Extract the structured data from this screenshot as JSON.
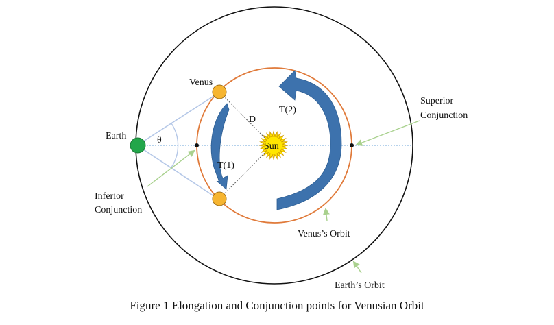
{
  "labels": {
    "earth": "Earth",
    "venus": "Venus",
    "theta": "θ",
    "distance": "D",
    "sun": "Sun",
    "t1": "T(1)",
    "t2": "T(2)",
    "superior_line1": "Superior",
    "superior_line2": "Conjunction",
    "inferior_line1": "Inferior",
    "inferior_line2": "Conjunction",
    "venus_orbit": "Venus’s Orbit",
    "earth_orbit": "Earth’s Orbit"
  },
  "caption": "Figure 1 Elongation and Conjunction points for Venusian Orbit",
  "colors": {
    "earth_orbit": "#111111",
    "venus_orbit": "#e07a3a",
    "earth": "#22a64a",
    "venus": "#f6b531",
    "sun": "#ffe600",
    "arrow_blue": "#3d72ad",
    "pointer_green": "#a9d18e",
    "axis_dotted": "#9dc3e6",
    "sight_lines": "#b4c7e7"
  },
  "icons": {
    "earth": "green-filled-circle",
    "venus": "orange-filled-circle",
    "sun": "yellow-starburst"
  }
}
